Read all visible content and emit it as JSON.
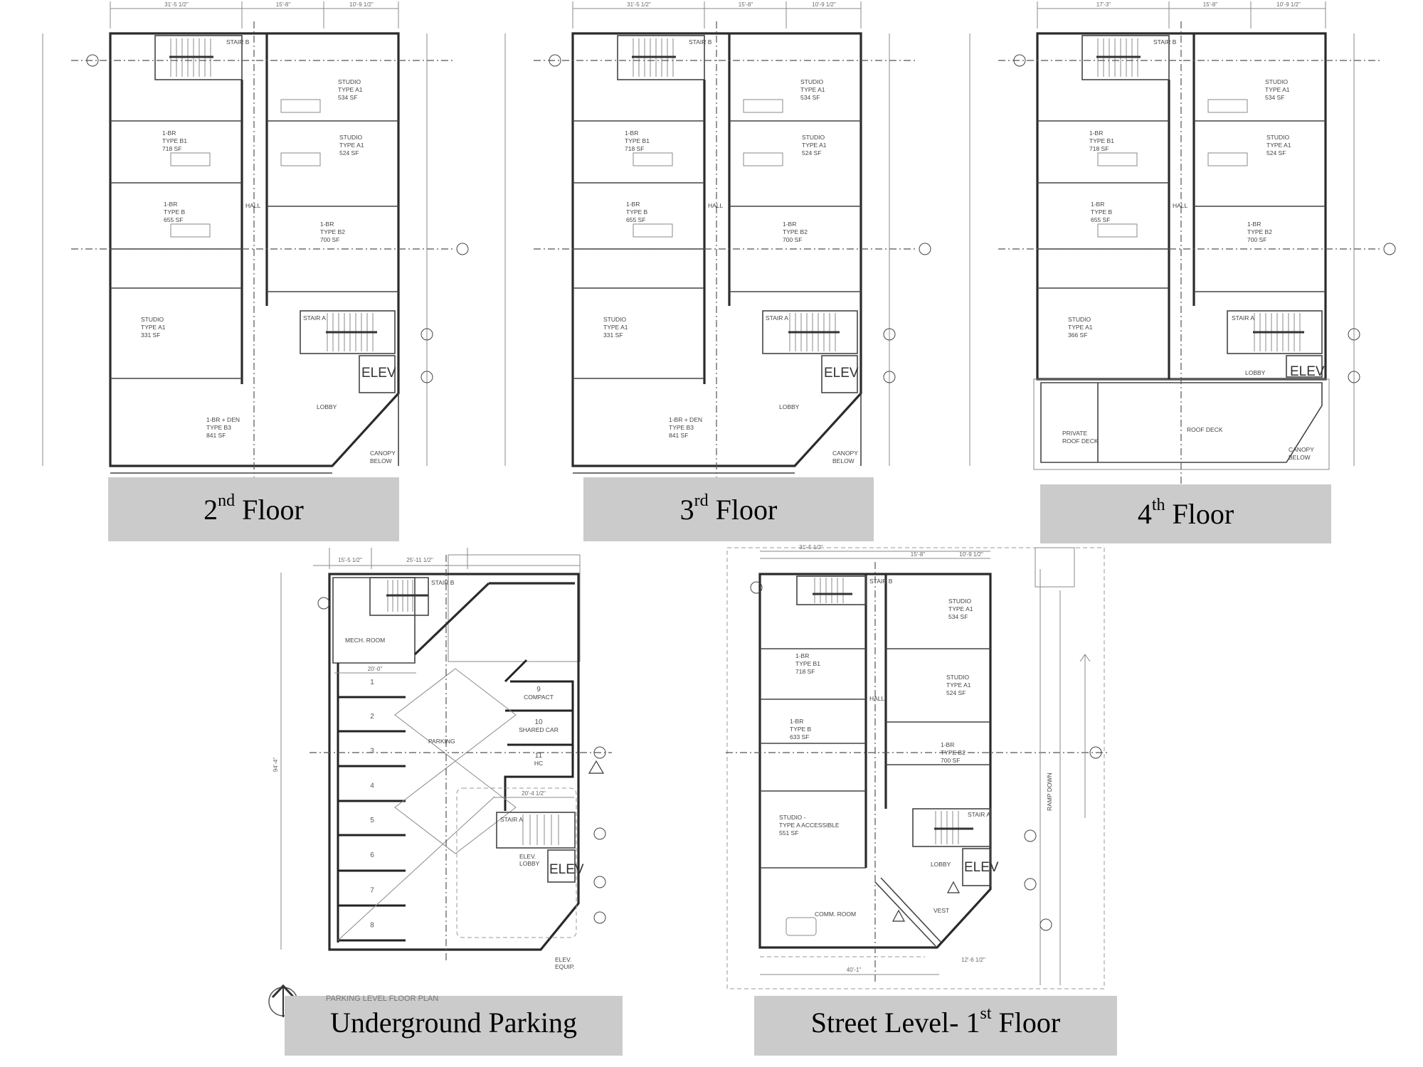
{
  "floors": [
    {
      "key": "second",
      "label_num": "2",
      "label_sup": "nd",
      "label_word": "Floor",
      "dimensions": [
        "31'-5 1/2\"",
        "15'-8\"",
        "10'-9 1/2\""
      ],
      "units": {
        "stair_b": [
          "STAIR B"
        ],
        "br_b1": [
          "1-BR",
          "TYPE B1",
          "718 SF"
        ],
        "br_b": [
          "1-BR",
          "TYPE B",
          "655 SF"
        ],
        "studio_left": [
          "STUDIO",
          "TYPE A1",
          "331 SF"
        ],
        "br_den": [
          "1-BR + DEN",
          "TYPE B3",
          "841 SF"
        ],
        "studio_534": [
          "STUDIO",
          "TYPE A1",
          "534 SF"
        ],
        "studio_524": [
          "STUDIO",
          "TYPE A1",
          "524 SF"
        ],
        "br_b2": [
          "1-BR",
          "TYPE B2",
          "700 SF"
        ],
        "hall": [
          "HALL"
        ],
        "stair_a": [
          "STAIR A"
        ],
        "elev": [
          "ELEV"
        ],
        "lobby": [
          "LOBBY"
        ],
        "canopy": [
          "CANOPY",
          "BELOW"
        ]
      }
    },
    {
      "key": "third",
      "label_num": "3",
      "label_sup": "rd",
      "label_word": "Floor",
      "dimensions": [
        "31'-5 1/2\"",
        "15'-8\"",
        "10'-9 1/2\""
      ],
      "units": {
        "stair_b": [
          "STAIR B"
        ],
        "br_b1": [
          "1-BR",
          "TYPE B1",
          "718 SF"
        ],
        "br_b": [
          "1-BR",
          "TYPE B",
          "655 SF"
        ],
        "studio_left": [
          "STUDIO",
          "TYPE A1",
          "331 SF"
        ],
        "br_den": [
          "1-BR + DEN",
          "TYPE B3",
          "841 SF"
        ],
        "studio_534": [
          "STUDIO",
          "TYPE A1",
          "534 SF"
        ],
        "studio_524": [
          "STUDIO",
          "TYPE A1",
          "524 SF"
        ],
        "br_b2": [
          "1-BR",
          "TYPE B2",
          "700 SF"
        ],
        "hall": [
          "HALL"
        ],
        "stair_a": [
          "STAIR A"
        ],
        "elev": [
          "ELEV"
        ],
        "lobby": [
          "LOBBY"
        ],
        "canopy": [
          "CANOPY",
          "BELOW"
        ]
      }
    },
    {
      "key": "fourth",
      "label_num": "4",
      "label_sup": "th",
      "label_word": "Floor",
      "dimensions": [
        "17'-3\"",
        "15'-8\"",
        "10'-9 1/2\""
      ],
      "units": {
        "stair_b": [
          "STAIR B"
        ],
        "br_b1": [
          "1-BR",
          "TYPE B1",
          "718 SF"
        ],
        "br_b": [
          "1-BR",
          "TYPE B",
          "655 SF"
        ],
        "studio_left": [
          "STUDIO",
          "TYPE A1",
          "366 SF"
        ],
        "studio_534": [
          "STUDIO",
          "TYPE A1",
          "534 SF"
        ],
        "studio_524": [
          "STUDIO",
          "TYPE A1",
          "524 SF"
        ],
        "br_b2": [
          "1-BR",
          "TYPE B2",
          "700 SF"
        ],
        "hall": [
          "HALL"
        ],
        "stair_a": [
          "STAIR A"
        ],
        "elev": [
          "ELEV"
        ],
        "lobby": [
          "LOBBY"
        ],
        "private_deck": [
          "PRIVATE",
          "ROOF DECK"
        ],
        "roof_deck": [
          "ROOF DECK"
        ],
        "canopy": [
          "CANOPY",
          "BELOW"
        ]
      }
    }
  ],
  "parking": {
    "label": "Underground Parking",
    "plan_caption": "PARKING LEVEL FLOOR PLAN",
    "dimensions": [
      "15'-5 1/2\"",
      "25'-11 1/2\"",
      "94'-4\"",
      "20'-0\"",
      "20'-4 1/2\""
    ],
    "rooms": {
      "stair_b": "STAIR B",
      "mech": "MECH. ROOM",
      "parking": "PARKING",
      "stair_a": "STAIR A",
      "elev_lobby_1": "ELEV.",
      "elev_lobby_2": "LOBBY",
      "elev": "ELEV",
      "elev_equip_1": "ELEV.",
      "elev_equip_2": "EQUIP."
    },
    "stalls_left": [
      "1",
      "2",
      "3",
      "4",
      "5",
      "6",
      "7",
      "8"
    ],
    "stalls_right": [
      {
        "num": "9",
        "type": "COMPACT"
      },
      {
        "num": "10",
        "type": "SHARED CAR"
      },
      {
        "num": "11",
        "type": "HC"
      }
    ]
  },
  "street": {
    "label_pre": "Street Level- 1",
    "label_sup": "st",
    "label_word": "Floor",
    "dimensions": [
      "31'-5 1/2\"",
      "15'-8\"",
      "10'-9 1/2\"",
      "12'-6 1/2\"",
      "40'-1\""
    ],
    "rooms": {
      "stair_b": [
        "STAIR B"
      ],
      "studio_534": [
        "STUDIO",
        "TYPE A1",
        "534 SF"
      ],
      "br_b1": [
        "1-BR",
        "TYPE B1",
        "718 SF"
      ],
      "studio_524": [
        "STUDIO",
        "TYPE A1",
        "524 SF"
      ],
      "hall": [
        "HALL"
      ],
      "br_b": [
        "1-BR",
        "TYPE B",
        "633 SF"
      ],
      "br_b2": [
        "1-BR",
        "TYPE B2",
        "700 SF"
      ],
      "studio_acc": [
        "STUDIO -",
        "TYPE A ACCESSIBLE",
        "551 SF"
      ],
      "stair_a": [
        "STAIR A"
      ],
      "lobby": [
        "LOBBY"
      ],
      "elev": [
        "ELEV"
      ],
      "comm": [
        "COMM. ROOM"
      ],
      "vest": [
        "VEST"
      ],
      "ramp": [
        "RAMP DOWN"
      ]
    }
  }
}
